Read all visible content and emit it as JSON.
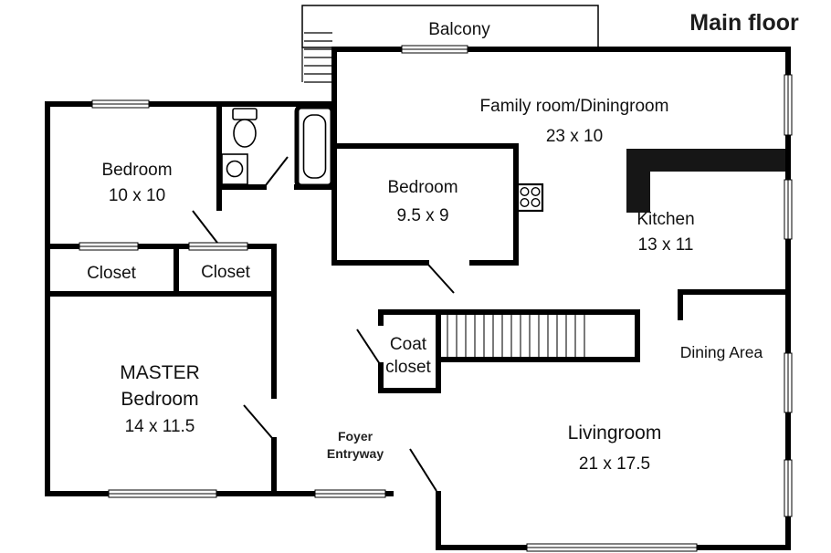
{
  "title": "Main floor",
  "labels": {
    "balcony": "Balcony",
    "family": "Family room/Diningroom",
    "family_dims": "23 x 10",
    "bedroom1": "Bedroom",
    "bedroom1_dims": "10 x 10",
    "bedroom2": "Bedroom",
    "bedroom2_dims": "9.5 x 9",
    "kitchen": "Kitchen",
    "kitchen_dims": "13 x 11",
    "closet_left": "Closet",
    "closet_right": "Closet",
    "master_line1": "MASTER",
    "master_line2": "Bedroom",
    "master_dims": "14 x 11.5",
    "coat_line1": "Coat",
    "coat_line2": "closet",
    "dining": "Dining Area",
    "living": "Livingroom",
    "living_dims": "21 x 17.5",
    "foyer_line1": "Foyer",
    "foyer_line2": "Entryway"
  },
  "colors": {
    "wall": "#000000",
    "background": "#ffffff",
    "counter": "#161616",
    "text": "#111111"
  }
}
